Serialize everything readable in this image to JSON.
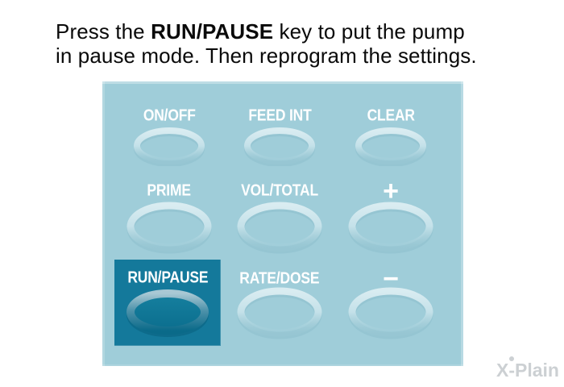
{
  "title": {
    "line1_pre": "Press the ",
    "line1_bold": "RUN/PAUSE",
    "line1_post": " key to put the pump",
    "line2": "in pause mode. Then reprogram the settings."
  },
  "keypad": {
    "keys": [
      {
        "label": "ON/OFF",
        "highlighted": false
      },
      {
        "label": "FEED INT",
        "highlighted": false
      },
      {
        "label": "CLEAR",
        "highlighted": false
      },
      {
        "label": "PRIME",
        "highlighted": false
      },
      {
        "label": "VOL/TOTAL",
        "highlighted": false
      },
      {
        "label": "+",
        "highlighted": false
      },
      {
        "label": "RUN/PAUSE",
        "highlighted": true
      },
      {
        "label": "RATE/DOSE",
        "highlighted": false
      },
      {
        "label": "−",
        "highlighted": false
      }
    ],
    "colors": {
      "panel_bg": "#9fcdd9",
      "highlight_bg": "#14799b",
      "key_label": "#ffffff",
      "ring_light": "#cfe6ec"
    }
  },
  "watermark": {
    "text": "X-Plain",
    "color": "#ccd0d3"
  }
}
